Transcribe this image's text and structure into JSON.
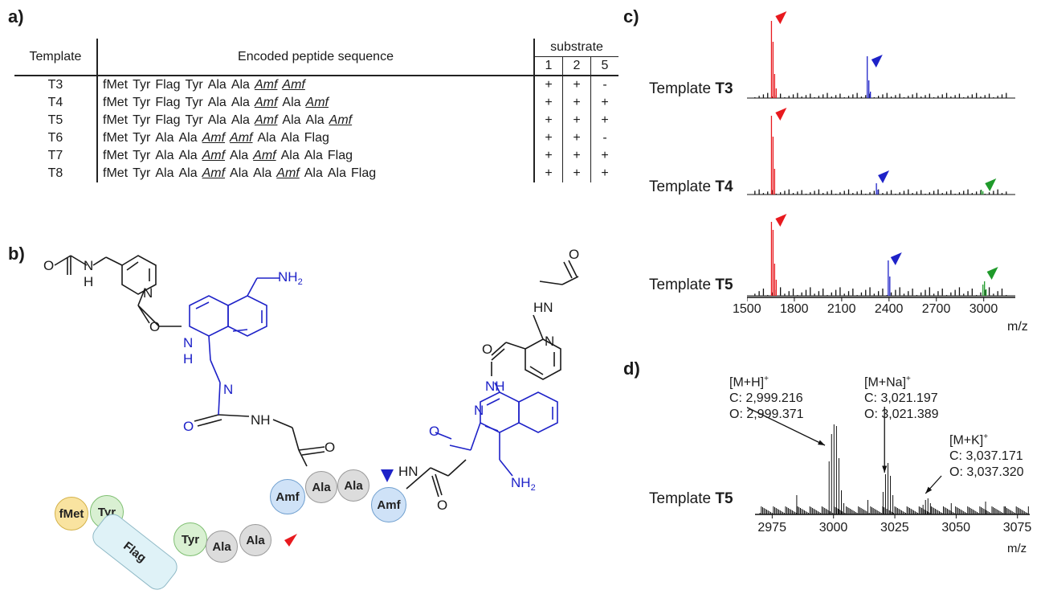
{
  "panels": {
    "a": "a)",
    "b": "b)",
    "c": "c)",
    "d": "d)"
  },
  "table": {
    "col_template": "Template",
    "col_sequence": "Encoded peptide sequence",
    "col_substrate": "substrate",
    "substrates": [
      "1",
      "2",
      "5"
    ],
    "rows": [
      {
        "template": "T3",
        "seq": [
          "fMet",
          "Tyr",
          "Flag",
          "Tyr",
          "Ala",
          "Ala",
          "Amf",
          "Amf"
        ],
        "amf": [
          6,
          7
        ],
        "res": [
          "+",
          "+",
          "-"
        ]
      },
      {
        "template": "T4",
        "seq": [
          "fMet",
          "Tyr",
          "Flag",
          "Tyr",
          "Ala",
          "Ala",
          "Amf",
          "Ala",
          "Amf"
        ],
        "amf": [
          6,
          8
        ],
        "res": [
          "+",
          "+",
          "+"
        ]
      },
      {
        "template": "T5",
        "seq": [
          "fMet",
          "Tyr",
          "Flag",
          "Tyr",
          "Ala",
          "Ala",
          "Amf",
          "Ala",
          "Ala",
          "Amf"
        ],
        "amf": [
          6,
          9
        ],
        "res": [
          "+",
          "+",
          "+"
        ]
      },
      {
        "template": "T6",
        "seq": [
          "fMet",
          "Tyr",
          "Ala",
          "Ala",
          "Amf",
          "Amf",
          "Ala",
          "Ala",
          "Flag"
        ],
        "amf": [
          4,
          5
        ],
        "res": [
          "+",
          "+",
          "-"
        ]
      },
      {
        "template": "T7",
        "seq": [
          "fMet",
          "Tyr",
          "Ala",
          "Ala",
          "Amf",
          "Ala",
          "Amf",
          "Ala",
          "Ala",
          "Flag"
        ],
        "amf": [
          4,
          6
        ],
        "res": [
          "+",
          "+",
          "+"
        ]
      },
      {
        "template": "T8",
        "seq": [
          "fMet",
          "Tyr",
          "Ala",
          "Ala",
          "Amf",
          "Ala",
          "Ala",
          "Amf",
          "Ala",
          "Ala",
          "Flag"
        ],
        "amf": [
          4,
          7
        ],
        "res": [
          "+",
          "+",
          "+"
        ]
      }
    ]
  },
  "structure": {
    "residues": [
      "fMet",
      "Tyr",
      "Flag",
      "Tyr",
      "Ala",
      "Ala",
      "Amf",
      "Ala",
      "Ala",
      "Amf"
    ],
    "atoms": {
      "o": "O",
      "n": "N",
      "h": "H",
      "nh": "NH",
      "hn": "HN",
      "nh2_1": "NH",
      "nh2_2": "NH"
    },
    "sub2": "2"
  },
  "spectra_c": {
    "template_prefix": "Template ",
    "templates": [
      "T3",
      "T4",
      "T5"
    ],
    "xticks": [
      "1500",
      "1800",
      "2100",
      "2400",
      "2700",
      "3000"
    ],
    "xlabel": "m/z",
    "colors": {
      "red": "#e8191e",
      "blue": "#1e22c8",
      "green": "#1f9a2a",
      "black": "#111111"
    }
  },
  "spectrum_d": {
    "template_prefix": "Template ",
    "template": "T5",
    "xticks": [
      "2975",
      "3000",
      "3025",
      "3050",
      "3075"
    ],
    "xlabel": "m/z",
    "annotations": [
      {
        "ion": "[M+H]",
        "charge": "+",
        "calc": "C: 2,999.216",
        "obs": "O: 2,999.371"
      },
      {
        "ion": "[M+Na]",
        "charge": "+",
        "calc": "C: 3,021.197",
        "obs": "O: 3,021.389"
      },
      {
        "ion": "[M+K]",
        "charge": "+",
        "calc": "C: 3,037.171",
        "obs": "O: 3,037.320"
      }
    ]
  }
}
